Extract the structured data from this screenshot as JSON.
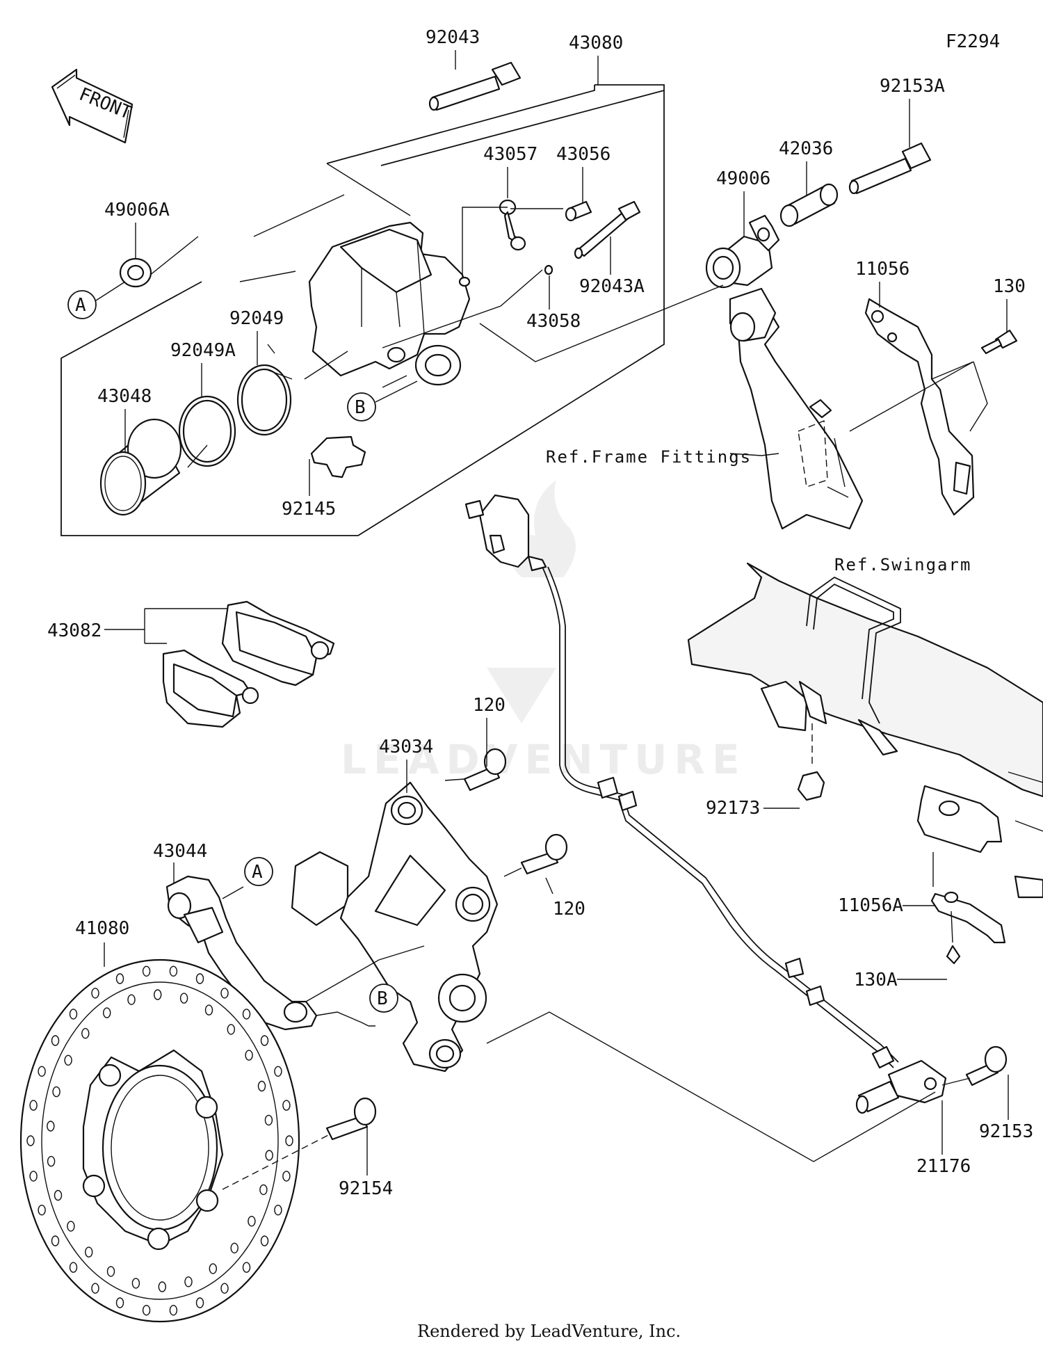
{
  "diagram": {
    "figure_code": "F2294",
    "front_arrow_label": "FRONT",
    "credit": "Rendered by LeadVenture, Inc.",
    "watermark": "LEADVENTURE",
    "callouts": {
      "p92043": "92043",
      "p43080": "43080",
      "p92153A": "92153A",
      "p43057": "43057",
      "p43056": "43056",
      "p42036": "42036",
      "p49006": "49006",
      "p49006A": "49006A",
      "p92043A": "92043A",
      "p43058": "43058",
      "p11056": "11056",
      "p130": "130",
      "p92049": "92049",
      "p92049A": "92049A",
      "p43048": "43048",
      "p92145": "92145",
      "p43082": "43082",
      "p120a": "120",
      "p120b": "120",
      "p43034": "43034",
      "p43044": "43044",
      "p41080": "41080",
      "p92173": "92173",
      "p11056A": "11056A",
      "p130A": "130A",
      "p92154": "92154",
      "p92153": "92153",
      "p21176": "21176"
    },
    "ref_frame": "Ref.Frame Fittings",
    "ref_swingarm": "Ref.Swingarm",
    "markers": {
      "A": "A",
      "B": "B"
    }
  }
}
